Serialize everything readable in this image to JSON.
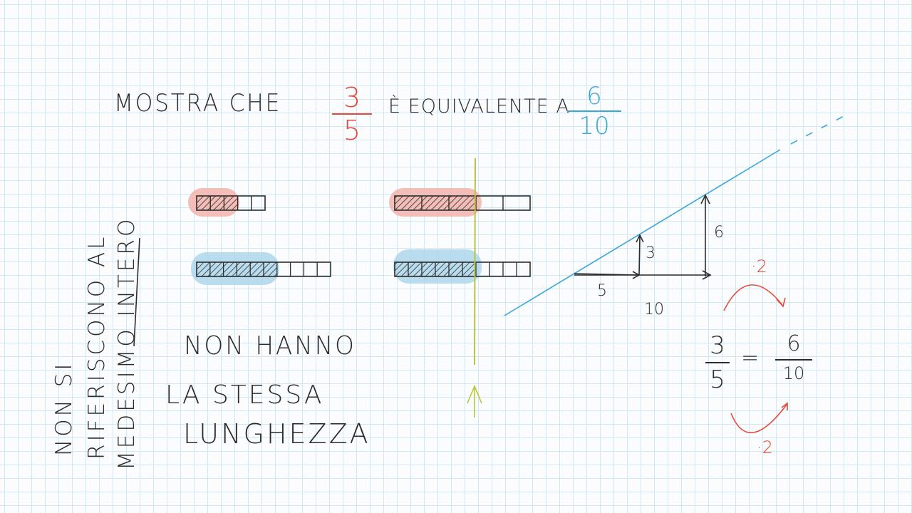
{
  "title": {
    "prefix": "MOSTRA CHE",
    "middle": "È EQUIVALENTE A",
    "red_fraction": {
      "numerator": "3",
      "denominator": "5"
    },
    "blue_fraction": {
      "numerator": "6",
      "denominator": "10"
    }
  },
  "bars": [
    {
      "id": "top-left",
      "parts": 5,
      "shaded": 3,
      "highlight": "red"
    },
    {
      "id": "top-right",
      "parts": 5,
      "shaded": 3,
      "highlight": "red"
    },
    {
      "id": "bottom-left",
      "parts": 10,
      "shaded": 6,
      "highlight": "blue"
    },
    {
      "id": "bottom-right",
      "parts": 10,
      "shaded": 6,
      "highlight": "blue"
    }
  ],
  "vertical_note": [
    "NON SI",
    "RIFERISCONO AL",
    "MEDESIMO INTERO"
  ],
  "length_note": [
    "NON HANNO",
    "LA STESSA",
    "LUNGHEZZA"
  ],
  "diagram": {
    "run_small": "5",
    "rise_small": "3",
    "run_large": "10",
    "rise_large": "6"
  },
  "equation": {
    "left": {
      "numerator": "3",
      "denominator": "5"
    },
    "equals": "=",
    "right": {
      "numerator": "6",
      "denominator": "10"
    },
    "multiplier_top": "·2",
    "multiplier_bottom": "·2"
  },
  "colors": {
    "red": "#e44a3a",
    "blue": "#3aa7d6",
    "ink": "#2c2c2c",
    "marker_red": "#f2b3ab",
    "marker_blue": "#a9d4ea",
    "green": "#b8c832"
  }
}
